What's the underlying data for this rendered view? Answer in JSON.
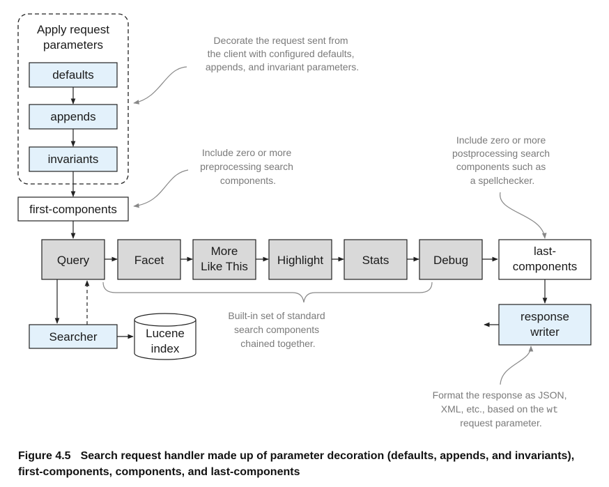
{
  "group": {
    "title_line1": "Apply request",
    "title_line2": "parameters",
    "defaults": "defaults",
    "appends": "appends",
    "invariants": "invariants"
  },
  "first_components": "first-components",
  "chain": {
    "query": "Query",
    "facet": "Facet",
    "mlt_line1": "More",
    "mlt_line2": "Like This",
    "highlight": "Highlight",
    "stats": "Stats",
    "debug": "Debug"
  },
  "last_components": {
    "line1": "last-",
    "line2": "components"
  },
  "response_writer": {
    "line1": "response",
    "line2": "writer"
  },
  "searcher": "Searcher",
  "lucene_index": {
    "line1": "Lucene",
    "line2": "index"
  },
  "notes": {
    "decorate": [
      "Decorate the request sent from",
      "the client with configured defaults,",
      "appends, and invariant parameters."
    ],
    "preprocess": [
      "Include zero or more",
      "preprocessing search",
      "components."
    ],
    "postprocess": [
      "Include zero or more",
      "postprocessing search",
      "components such as",
      "a spellchecker."
    ],
    "builtin": [
      "Built-in set of standard",
      "search components",
      "chained together."
    ],
    "format_line1": "Format the response as JSON,",
    "format_line2_pre": "XML, etc., based on the ",
    "format_line2_code": "wt",
    "format_line3": "request parameter."
  },
  "caption": {
    "label": "Figure 4.5",
    "text": "Search request handler made up of parameter decoration (defaults, appends, and invariants), first-components, components, and last-components"
  },
  "colors": {
    "param_fill": "#e3f1fb",
    "component_fill": "#d9d9d9",
    "stroke": "#222222",
    "note_text": "#7a7a7a",
    "callout_line": "#888888"
  }
}
